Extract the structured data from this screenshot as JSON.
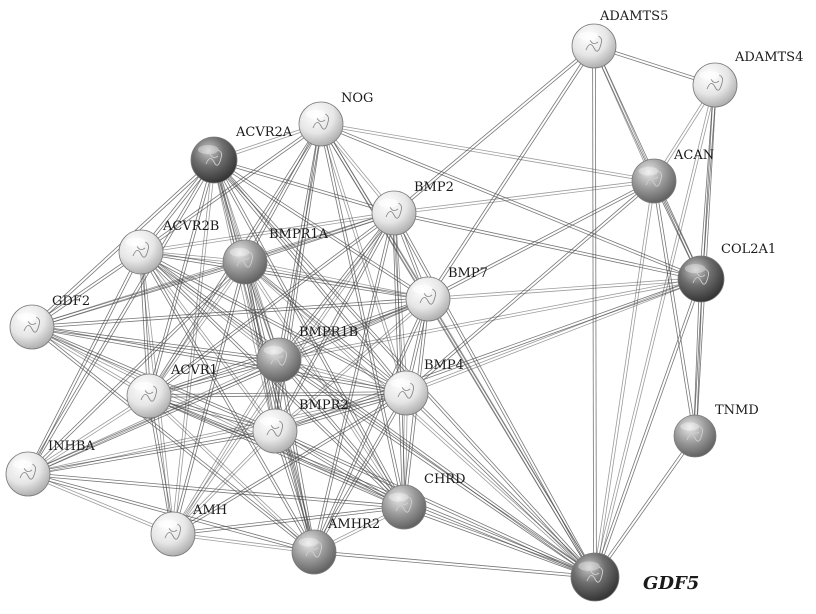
{
  "nodes": [
    {
      "id": "ADAMTS5",
      "label": "ADAMTS5",
      "shade": "light"
    },
    {
      "id": "ADAMTS4",
      "label": "ADAMTS4",
      "shade": "light"
    },
    {
      "id": "NOG",
      "label": "NOG",
      "shade": "light"
    },
    {
      "id": "ACVR2A",
      "label": "ACVR2A",
      "shade": "dark"
    },
    {
      "id": "ACAN",
      "label": "ACAN",
      "shade": "medium"
    },
    {
      "id": "BMP2",
      "label": "BMP2",
      "shade": "light"
    },
    {
      "id": "ACVR2B",
      "label": "ACVR2B",
      "shade": "light"
    },
    {
      "id": "BMPR1A",
      "label": "BMPR1A",
      "shade": "medium"
    },
    {
      "id": "COL2A1",
      "label": "COL2A1",
      "shade": "dark"
    },
    {
      "id": "BMP7",
      "label": "BMP7",
      "shade": "light"
    },
    {
      "id": "GDF2",
      "label": "GDF2",
      "shade": "light"
    },
    {
      "id": "BMPR1B",
      "label": "BMPR1B",
      "shade": "medium"
    },
    {
      "id": "ACVR1",
      "label": "ACVR1",
      "shade": "light"
    },
    {
      "id": "BMP4",
      "label": "BMP4",
      "shade": "light"
    },
    {
      "id": "BMPR2",
      "label": "BMPR2",
      "shade": "light"
    },
    {
      "id": "TNMD",
      "label": "TNMD",
      "shade": "medium"
    },
    {
      "id": "INHBA",
      "label": "INHBA",
      "shade": "light"
    },
    {
      "id": "CHRD",
      "label": "CHRD",
      "shade": "medium"
    },
    {
      "id": "AMH",
      "label": "AMH",
      "shade": "light"
    },
    {
      "id": "AMHR2",
      "label": "AMHR2",
      "shade": "medium"
    },
    {
      "id": "GDF5",
      "label": "GDF5",
      "shade": "dark",
      "focus": true
    }
  ],
  "edges": [
    [
      "ACVR2A",
      "NOG"
    ],
    [
      "ACVR2A",
      "BMP2"
    ],
    [
      "ACVR2A",
      "ACVR2B"
    ],
    [
      "ACVR2A",
      "BMPR1A"
    ],
    [
      "ACVR2A",
      "BMP7"
    ],
    [
      "ACVR2A",
      "GDF2"
    ],
    [
      "ACVR2A",
      "BMPR1B"
    ],
    [
      "ACVR2A",
      "ACVR1"
    ],
    [
      "ACVR2A",
      "BMP4"
    ],
    [
      "ACVR2A",
      "BMPR2"
    ],
    [
      "ACVR2A",
      "INHBA"
    ],
    [
      "ACVR2A",
      "CHRD"
    ],
    [
      "ACVR2A",
      "AMH"
    ],
    [
      "ACVR2A",
      "AMHR2"
    ],
    [
      "ACVR2A",
      "GDF5"
    ],
    [
      "NOG",
      "BMP2"
    ],
    [
      "NOG",
      "ACVR2B"
    ],
    [
      "NOG",
      "BMPR1A"
    ],
    [
      "NOG",
      "BMP7"
    ],
    [
      "NOG",
      "BMPR1B"
    ],
    [
      "NOG",
      "ACVR1"
    ],
    [
      "NOG",
      "BMP4"
    ],
    [
      "NOG",
      "BMPR2"
    ],
    [
      "NOG",
      "CHRD"
    ],
    [
      "NOG",
      "ACAN"
    ],
    [
      "NOG",
      "COL2A1"
    ],
    [
      "NOG",
      "GDF5"
    ],
    [
      "BMP2",
      "ACVR2B"
    ],
    [
      "BMP2",
      "BMPR1A"
    ],
    [
      "BMP2",
      "BMP7"
    ],
    [
      "BMP2",
      "GDF2"
    ],
    [
      "BMP2",
      "BMPR1B"
    ],
    [
      "BMP2",
      "ACVR1"
    ],
    [
      "BMP2",
      "BMP4"
    ],
    [
      "BMP2",
      "BMPR2"
    ],
    [
      "BMP2",
      "CHRD"
    ],
    [
      "BMP2",
      "AMH"
    ],
    [
      "BMP2",
      "AMHR2"
    ],
    [
      "BMP2",
      "COL2A1"
    ],
    [
      "BMP2",
      "ACAN"
    ],
    [
      "BMP2",
      "ADAMTS5"
    ],
    [
      "BMP2",
      "GDF5"
    ],
    [
      "ACVR2B",
      "BMPR1A"
    ],
    [
      "ACVR2B",
      "BMP7"
    ],
    [
      "ACVR2B",
      "GDF2"
    ],
    [
      "ACVR2B",
      "BMPR1B"
    ],
    [
      "ACVR2B",
      "ACVR1"
    ],
    [
      "ACVR2B",
      "BMP4"
    ],
    [
      "ACVR2B",
      "BMPR2"
    ],
    [
      "ACVR2B",
      "INHBA"
    ],
    [
      "ACVR2B",
      "CHRD"
    ],
    [
      "ACVR2B",
      "AMH"
    ],
    [
      "ACVR2B",
      "AMHR2"
    ],
    [
      "ACVR2B",
      "GDF5"
    ],
    [
      "BMPR1A",
      "BMP7"
    ],
    [
      "BMPR1A",
      "GDF2"
    ],
    [
      "BMPR1A",
      "BMPR1B"
    ],
    [
      "BMPR1A",
      "ACVR1"
    ],
    [
      "BMPR1A",
      "BMP4"
    ],
    [
      "BMPR1A",
      "BMPR2"
    ],
    [
      "BMPR1A",
      "CHRD"
    ],
    [
      "BMPR1A",
      "AMH"
    ],
    [
      "BMPR1A",
      "AMHR2"
    ],
    [
      "BMPR1A",
      "GDF5"
    ],
    [
      "BMPR1A",
      "INHBA"
    ],
    [
      "BMP7",
      "GDF2"
    ],
    [
      "BMP7",
      "BMPR1B"
    ],
    [
      "BMP7",
      "ACVR1"
    ],
    [
      "BMP7",
      "BMP4"
    ],
    [
      "BMP7",
      "BMPR2"
    ],
    [
      "BMP7",
      "CHRD"
    ],
    [
      "BMP7",
      "AMHR2"
    ],
    [
      "BMP7",
      "COL2A1"
    ],
    [
      "BMP7",
      "ACAN"
    ],
    [
      "BMP7",
      "ADAMTS5"
    ],
    [
      "BMP7",
      "GDF5"
    ],
    [
      "BMP7",
      "INHBA"
    ],
    [
      "GDF2",
      "BMPR1B"
    ],
    [
      "GDF2",
      "ACVR1"
    ],
    [
      "GDF2",
      "BMP4"
    ],
    [
      "GDF2",
      "BMPR2"
    ],
    [
      "GDF2",
      "CHRD"
    ],
    [
      "GDF2",
      "AMHR2"
    ],
    [
      "BMPR1B",
      "ACVR1"
    ],
    [
      "BMPR1B",
      "BMP4"
    ],
    [
      "BMPR1B",
      "BMPR2"
    ],
    [
      "BMPR1B",
      "CHRD"
    ],
    [
      "BMPR1B",
      "AMH"
    ],
    [
      "BMPR1B",
      "AMHR2"
    ],
    [
      "BMPR1B",
      "GDF5"
    ],
    [
      "BMPR1B",
      "INHBA"
    ],
    [
      "ACVR1",
      "BMP4"
    ],
    [
      "ACVR1",
      "BMPR2"
    ],
    [
      "ACVR1",
      "INHBA"
    ],
    [
      "ACVR1",
      "CHRD"
    ],
    [
      "ACVR1",
      "AMH"
    ],
    [
      "ACVR1",
      "AMHR2"
    ],
    [
      "ACVR1",
      "GDF5"
    ],
    [
      "BMP4",
      "BMPR2"
    ],
    [
      "BMP4",
      "CHRD"
    ],
    [
      "BMP4",
      "AMH"
    ],
    [
      "BMP4",
      "AMHR2"
    ],
    [
      "BMP4",
      "COL2A1"
    ],
    [
      "BMP4",
      "ACAN"
    ],
    [
      "BMP4",
      "GDF5"
    ],
    [
      "BMP4",
      "INHBA"
    ],
    [
      "BMPR2",
      "INHBA"
    ],
    [
      "BMPR2",
      "CHRD"
    ],
    [
      "BMPR2",
      "AMH"
    ],
    [
      "BMPR2",
      "AMHR2"
    ],
    [
      "BMPR2",
      "GDF5"
    ],
    [
      "INHBA",
      "AMH"
    ],
    [
      "INHBA",
      "AMHR2"
    ],
    [
      "INHBA",
      "CHRD"
    ],
    [
      "CHRD",
      "AMHR2"
    ],
    [
      "CHRD",
      "AMH"
    ],
    [
      "CHRD",
      "GDF5"
    ],
    [
      "AMH",
      "AMHR2"
    ],
    [
      "AMHR2",
      "GDF5"
    ],
    [
      "ADAMTS5",
      "ADAMTS4"
    ],
    [
      "ADAMTS5",
      "ACAN"
    ],
    [
      "ADAMTS5",
      "COL2A1"
    ],
    [
      "ADAMTS5",
      "GDF5"
    ],
    [
      "ADAMTS4",
      "ACAN"
    ],
    [
      "ADAMTS4",
      "COL2A1"
    ],
    [
      "ADAMTS4",
      "TNMD"
    ],
    [
      "ADAMTS4",
      "GDF5"
    ],
    [
      "ACAN",
      "COL2A1"
    ],
    [
      "ACAN",
      "TNMD"
    ],
    [
      "ACAN",
      "GDF5"
    ],
    [
      "COL2A1",
      "TNMD"
    ],
    [
      "COL2A1",
      "GDF5"
    ],
    [
      "COL2A1",
      "BMPR1B"
    ],
    [
      "COL2A1",
      "BMPR2"
    ],
    [
      "TNMD",
      "GDF5"
    ]
  ],
  "colors": {
    "light": "#ececec",
    "medium": "#9d9d9d",
    "dark": "#6a6a6a",
    "edge": "#4a4a4a"
  }
}
